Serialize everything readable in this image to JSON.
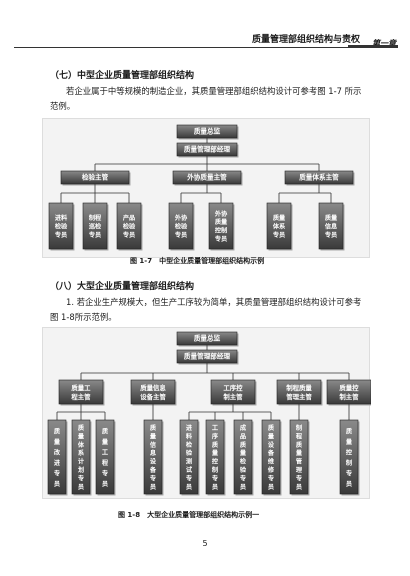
{
  "header": {
    "title": "质量管理部组织结构与责权",
    "chapter": "第一章"
  },
  "section7": {
    "heading": "（七）中型企业质量管理部组织结构",
    "text": "若企业属于中等规模的制造企业，其质量管理部组织结构设计可参考图 1-7 所示范例。",
    "chart": {
      "top": "质量总监",
      "manager": "质量管理部经理",
      "supervisors": [
        {
          "label": "检验主管",
          "staff": [
            [
              "进料",
              "检验",
              "专员"
            ],
            [
              "制程",
              "巡检",
              "专员"
            ],
            [
              "产品",
              "检验",
              "专员"
            ]
          ]
        },
        {
          "label": "外协质量主管",
          "staff": [
            [
              "外协",
              "检验",
              "专员"
            ],
            [
              "外协",
              "质量",
              "控制",
              "专员"
            ]
          ]
        },
        {
          "label": "质量体系主管",
          "staff": [
            [
              "质量",
              "体系",
              "专员"
            ],
            [
              "质量",
              "信息",
              "专员"
            ]
          ]
        }
      ]
    },
    "caption": "图 1-7　中型企业质量管理部组织结构示例"
  },
  "section8": {
    "heading": "（八）大型企业质量管理部组织结构",
    "text": "1. 若企业生产规模大，但生产工序较为简单，其质量管理部组织结构设计可参考图 1-8所示范例。",
    "chart": {
      "top": "质量总监",
      "manager": "质量管理部经理",
      "supervisors": [
        {
          "label": [
            "质量工",
            "程主管"
          ],
          "staff": [
            [
              "质",
              "量",
              "改",
              "进",
              "专",
              "员"
            ],
            [
              "质",
              "量",
              "体",
              "系",
              "计",
              "划",
              "专",
              "员"
            ],
            [
              "质",
              "量",
              "工",
              "程",
              "专",
              "员"
            ]
          ]
        },
        {
          "label": [
            "质量信息",
            "设备主管"
          ],
          "staff": [
            [
              "质",
              "量",
              "信",
              "息",
              "设",
              "备",
              "专",
              "员"
            ]
          ]
        },
        {
          "label": [
            "工序控",
            "制主管"
          ],
          "staff": [
            [
              "进",
              "料",
              "检",
              "验",
              "测",
              "试",
              "专",
              "员"
            ],
            [
              "工",
              "序",
              "质",
              "量",
              "控",
              "制",
              "专",
              "员"
            ],
            [
              "成",
              "品",
              "质",
              "量",
              "检",
              "验",
              "专",
              "员"
            ],
            [
              "质",
              "量",
              "设",
              "备",
              "维",
              "修",
              "专",
              "员"
            ]
          ]
        },
        {
          "label": [
            "制程质量",
            "管理主管"
          ],
          "staff": [
            [
              "制",
              "程",
              "质",
              "量",
              "管",
              "理",
              "专",
              "员"
            ]
          ]
        },
        {
          "label": [
            "质量控",
            "制主管"
          ],
          "staff": [
            [
              "质",
              "量",
              "控",
              "制",
              "专",
              "员"
            ]
          ]
        }
      ]
    },
    "caption": "图 1-8　大型企业质量管理部组织结构示例一"
  },
  "page_number": "5",
  "colors": {
    "box_dark": "#3a3a3a",
    "box_light": "#8a8a8a",
    "frame": "#f3f3f3"
  }
}
